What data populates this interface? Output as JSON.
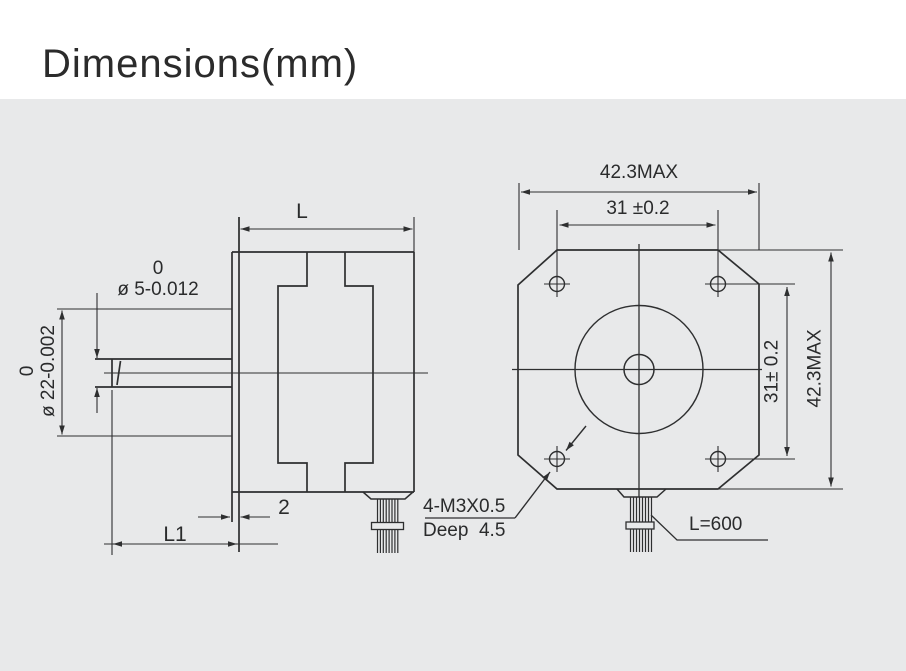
{
  "title": "Dimensions(mm)",
  "colors": {
    "page_bg": "#ffffff",
    "canvas_bg": "#e8e9ea",
    "line": "#2e2f30",
    "text": "#2a2b2c"
  },
  "side_view": {
    "dim_length_label": "L",
    "shaft_dia_tol_upper": "0",
    "shaft_dia": "ø 5-0.012",
    "pilot_dia_tol_upper": "0",
    "pilot_dia": "ø 22-0.002",
    "dim_shaft_length_label": "L1",
    "dim_flange_thickness": "2"
  },
  "front_view": {
    "dim_width_max": "42.3MAX",
    "dim_hole_pitch_horizontal": "31 ±0.2",
    "dim_hole_pitch_vertical": "31± 0.2",
    "dim_height_max": "42.3MAX",
    "hole_note_line1": "4-M3X0.5",
    "hole_note_line2": "Deep  4.5",
    "lead_wire_length": "L=600"
  }
}
